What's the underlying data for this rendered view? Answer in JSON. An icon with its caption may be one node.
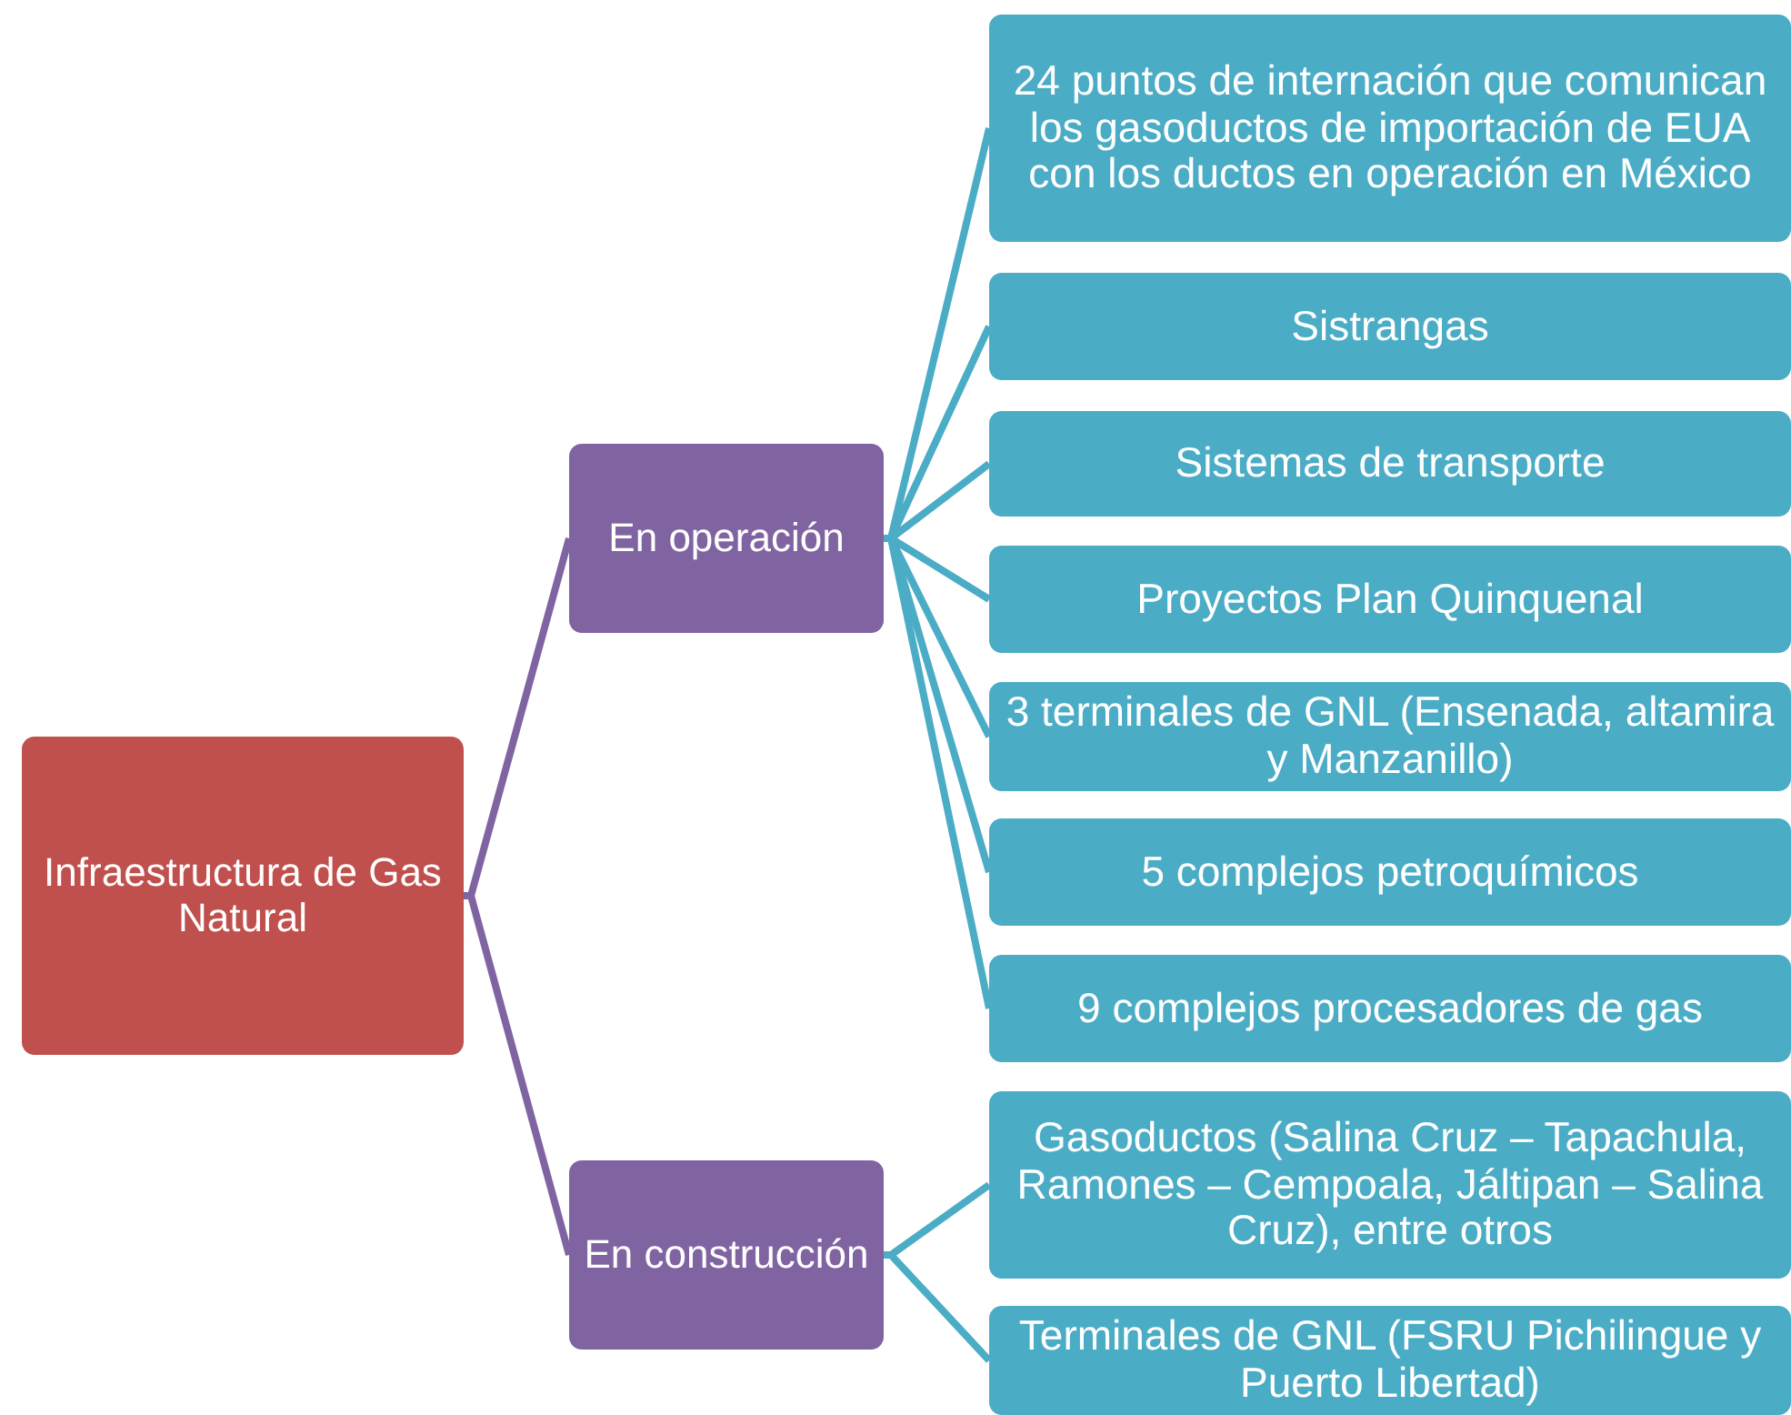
{
  "diagram": {
    "nodes": [
      {
        "text": [
          "Infraestructura de Gas Natural"
        ]
      },
      {
        "text": [
          "En operación"
        ]
      },
      {
        "text": [
          "24 puntos de internación que comunican los gasoductos de importación de EUA con los ductos en operación en México"
        ]
      },
      {
        "text": [
          "Sistrangas"
        ]
      },
      {
        "text": [
          "Sistemas de transporte"
        ]
      },
      {
        "text": [
          "Proyectos Plan Quinquenal"
        ]
      },
      {
        "text": [
          "3 terminales de GNL (Ensenada, altamira y Manzanillo)"
        ]
      },
      {
        "text": [
          "5 complejos petroquímicos"
        ]
      },
      {
        "text": [
          "9 complejos procesadores de gas"
        ]
      },
      {
        "text": [
          "En construcción"
        ]
      },
      {
        "text": [
          "Gasoductos (Salina Cruz – Tapachula, Ramones – Cempoala, Jáltipan – Salina Cruz), entre otros"
        ]
      },
      {
        "text": [
          "Terminales de GNL (FSRU Pichilingue y Puerto Libertad)"
        ]
      }
    ],
    "edges": [
      {
        "from": 0,
        "to": 1,
        "arrow": "none",
        "color": "#8064a2"
      },
      {
        "from": 1,
        "to": 2,
        "arrow": "none"
      },
      {
        "from": 1,
        "to": 3,
        "arrow": "none"
      },
      {
        "from": 1,
        "to": 4,
        "arrow": "none"
      },
      {
        "from": 1,
        "to": 5,
        "arrow": "none"
      },
      {
        "from": 1,
        "to": 6,
        "arrow": "none"
      },
      {
        "from": 1,
        "to": 7,
        "arrow": "none"
      },
      {
        "from": 1,
        "to": 8,
        "arrow": "none"
      },
      {
        "from": 0,
        "to": 9,
        "arrow": "none",
        "color": "#8064a2"
      },
      {
        "from": 9,
        "to": 10,
        "arrow": "none"
      },
      {
        "from": 9,
        "to": 11,
        "arrow": "none"
      }
    ]
  }
}
